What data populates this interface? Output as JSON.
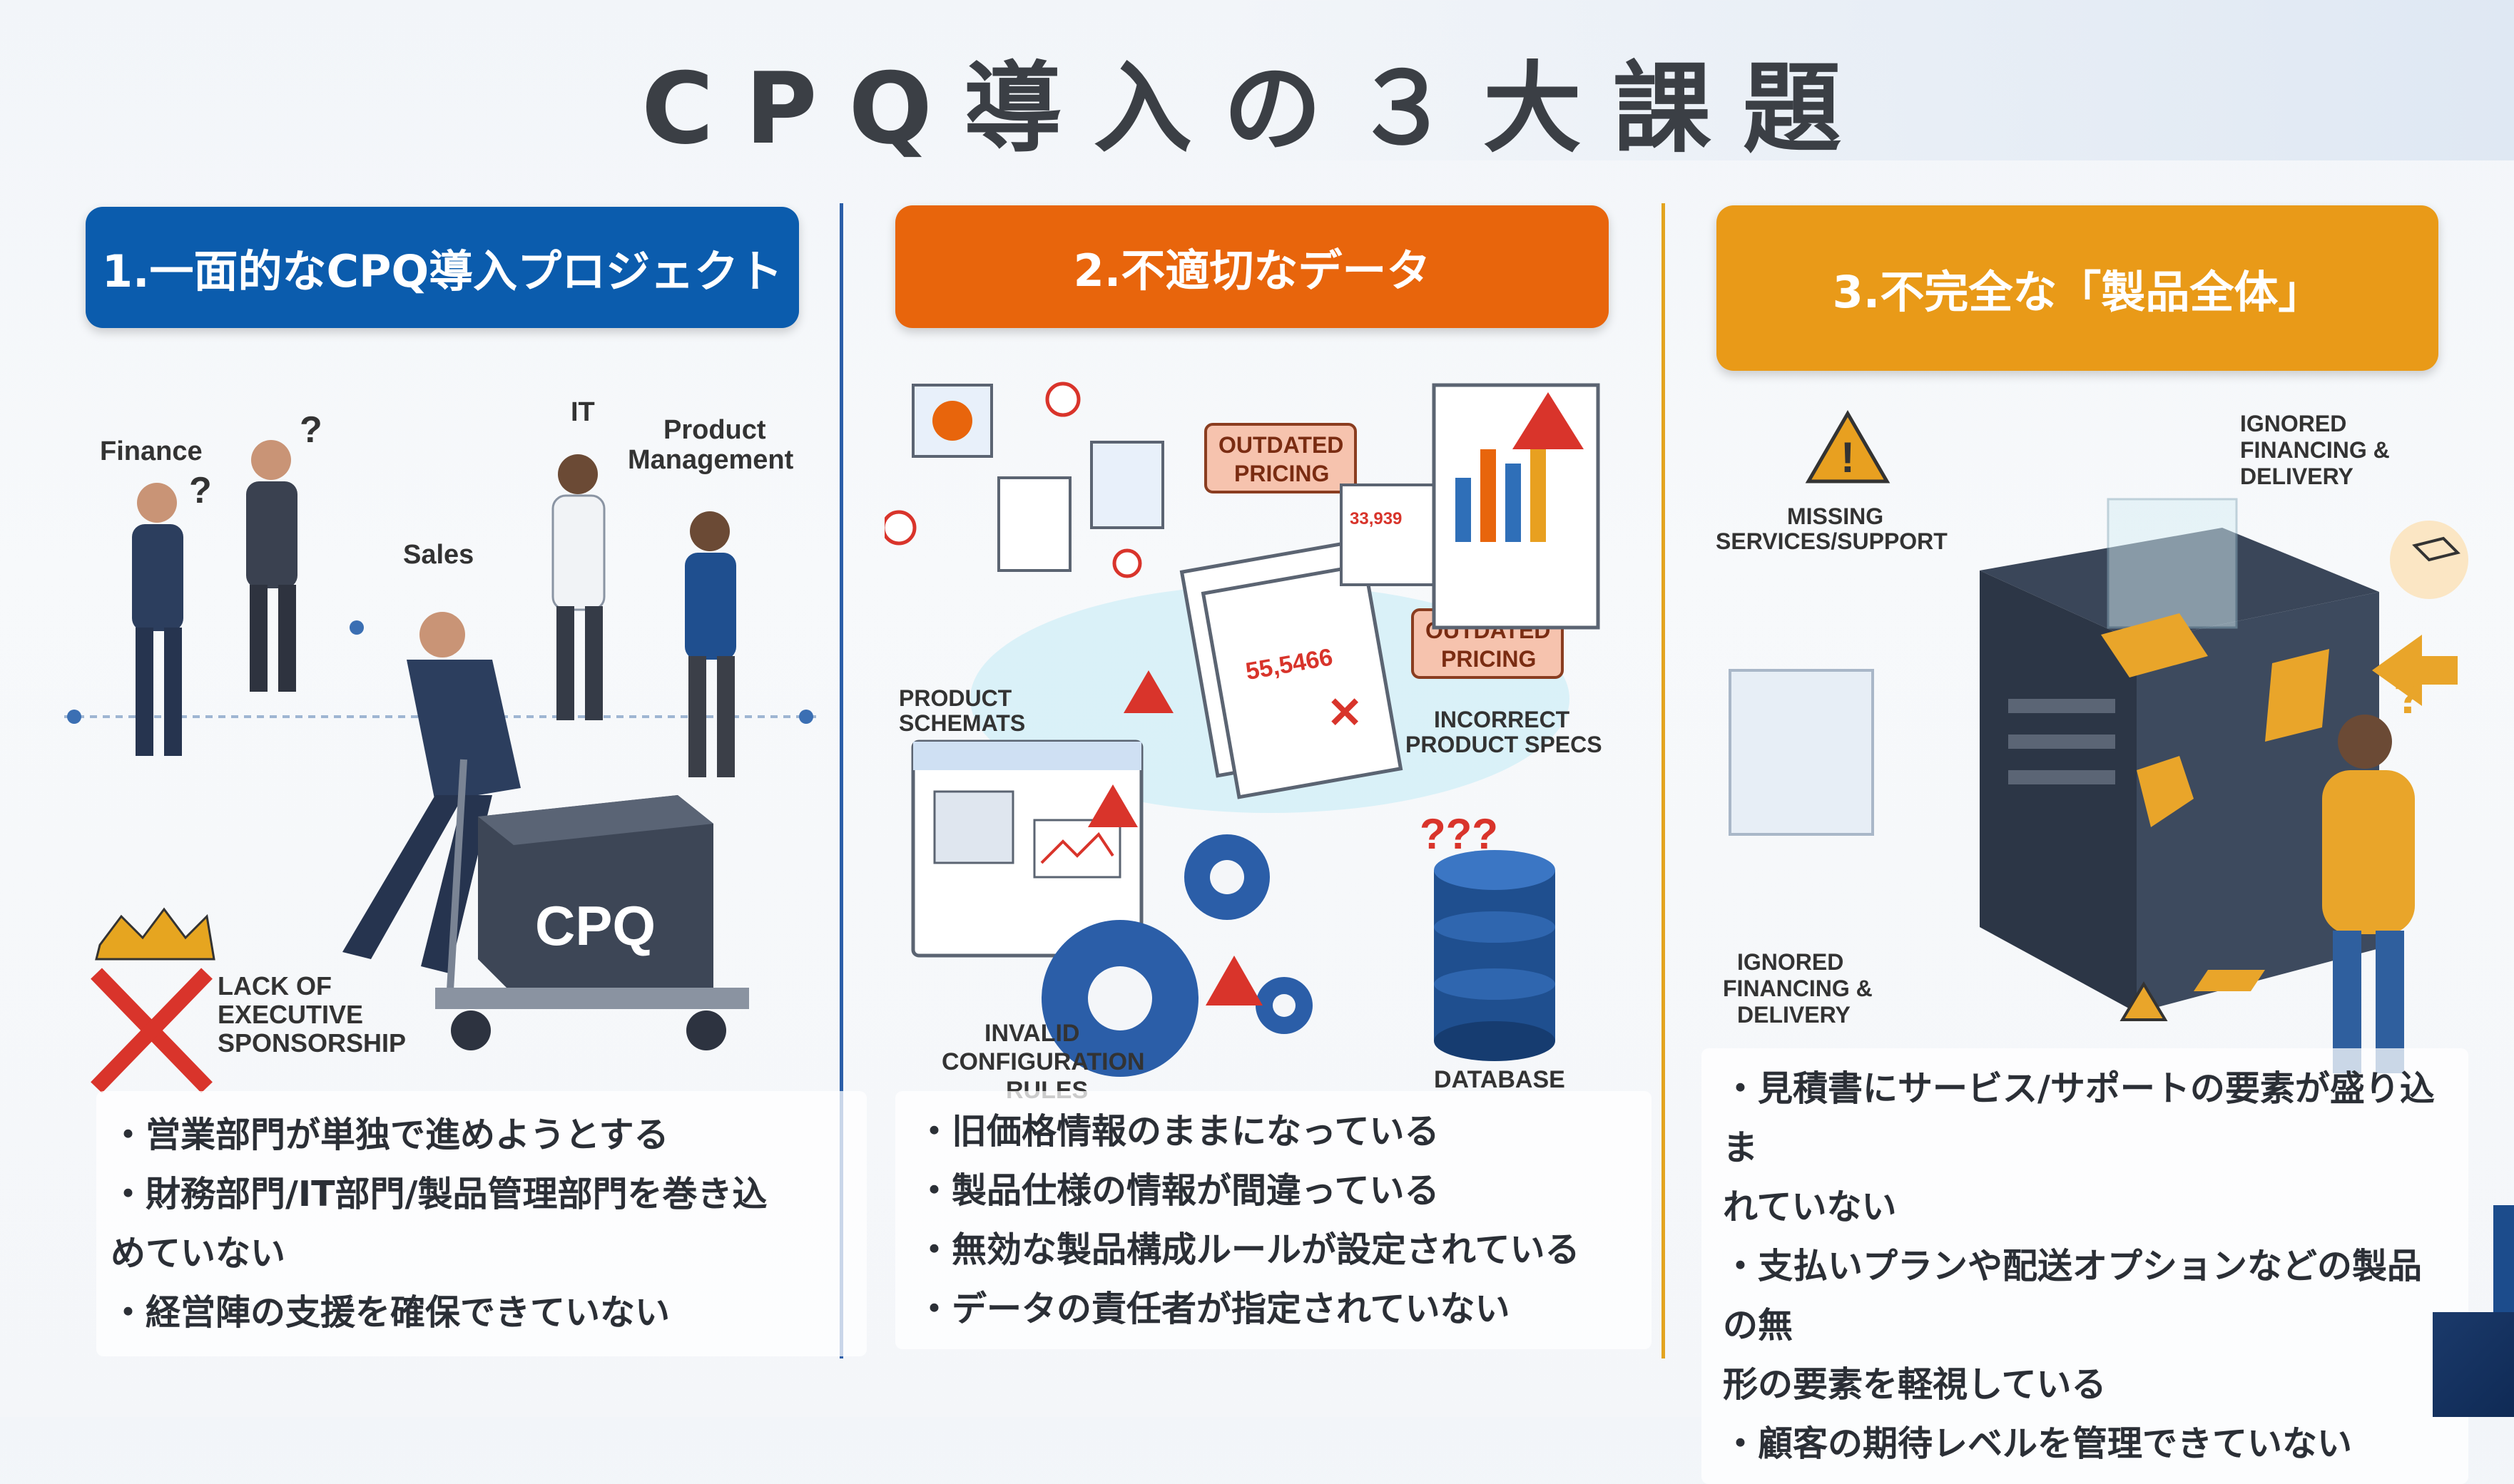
{
  "title": "CPQ導入の３大課題",
  "columns": [
    {
      "header": "1.一面的なCPQ導入プロジェクト",
      "labels": {
        "finance": "Finance",
        "it": "IT",
        "product_management_1": "Product",
        "product_management_2": "Management",
        "sales": "Sales",
        "box": "CPQ",
        "lack_1": "LACK OF",
        "lack_2": "EXECUTIVE",
        "lack_3": "SPONSORSHIP",
        "q1": "?",
        "q2": "?"
      },
      "bullets": [
        "・営業部門が単独で進めようとする",
        "・財務部門/IT部門/製品管理部門を巻き込",
        "めていない",
        "・経営陣の支援を確保できていない"
      ]
    },
    {
      "header": "2.不適切なデータ",
      "labels": {
        "outdated_1a": "OUTDATED",
        "outdated_1b": "PRICING",
        "outdated_2a": "OUTDATED",
        "outdated_2b": "PRICING",
        "price_1": "33,939",
        "price_2": "55,5466",
        "product_schemat": "PRODUCT",
        "product_schemat_2": "SCHEMATS",
        "incorrect_1": "INCORRECT",
        "incorrect_2": "PRODUCT SPECS",
        "invalid_1": "INVALID",
        "invalid_2": "CONFIGURATION",
        "invalid_3": "RULES",
        "database": "DATABASE",
        "qqq": "???"
      },
      "bullets": [
        "・旧価格情報のままになっている",
        "・製品仕様の情報が間違っている",
        "・無効な製品構成ルールが設定されている",
        "・データの責任者が指定されていない"
      ]
    },
    {
      "header": "3.不完全な「製品全体」",
      "labels": {
        "ignored_top_1": "IGNORED",
        "ignored_top_2": "FINANCING &",
        "ignored_top_3": "DELIVERY",
        "missing_1": "MISSING",
        "missing_2": "SERVICES/SUPPORT",
        "ignored_bot_1": "IGNORED",
        "ignored_bot_2": "FINANCING &",
        "ignored_bot_3": "DELIVERY",
        "q": "?"
      },
      "bullets": [
        "・見積書にサービス/サポートの要素が盛り込ま",
        "れていない",
        "・支払いプランや配送オプションなどの製品の無",
        "形の要素を軽視している",
        "・顧客の期待レベルを管理できていない"
      ]
    }
  ],
  "colors": {
    "col1": "#0b5cad",
    "col2": "#e8650c",
    "col3": "#e99a18"
  }
}
